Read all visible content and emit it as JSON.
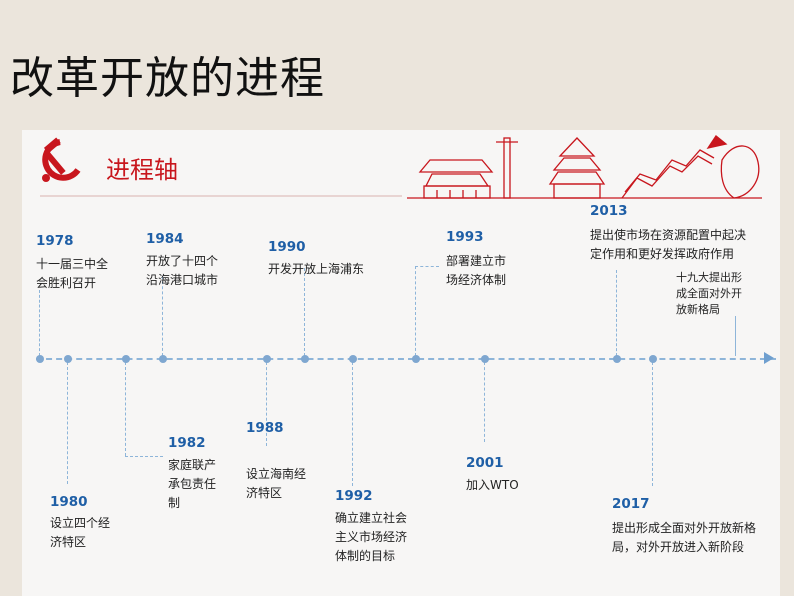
{
  "page_title": "改革开放的进程",
  "section_title": "进程轴",
  "events": [
    {
      "year": "1978",
      "lines": [
        "十一届三中全",
        "会胜利召开"
      ]
    },
    {
      "year": "1980",
      "lines": [
        "设立四个经",
        "济特区"
      ]
    },
    {
      "year": "1982",
      "lines": [
        "家庭联产",
        "承包责任",
        "制"
      ]
    },
    {
      "year": "1984",
      "lines": [
        "开放了十四个",
        "沿海港口城市"
      ]
    },
    {
      "year": "1988",
      "lines": [
        "设立海南经",
        "济特区"
      ]
    },
    {
      "year": "1990",
      "lines": [
        "开发开放上海浦东"
      ]
    },
    {
      "year": "1992",
      "lines": [
        "确立建立社会",
        "主义市场经济",
        "体制的目标"
      ]
    },
    {
      "year": "1993",
      "lines": [
        "部署建立市",
        "场经济体制"
      ]
    },
    {
      "year": "2001",
      "lines": [
        "加入WTO"
      ]
    },
    {
      "year": "2013",
      "lines": [
        "提出使市场在资源配置中起决",
        "定作用和更好发挥政府作用"
      ]
    },
    {
      "year": "2017",
      "lines": [
        "提出形成全面对外开放新格",
        "局，对外开放进入新阶段"
      ]
    }
  ],
  "note": {
    "lines": [
      "十九大提出形",
      "成全面对外开",
      "放新格局"
    ]
  },
  "colors": {
    "accent_red": "#c8161d",
    "axis_blue": "#8eb5d9",
    "year_blue": "#1f5fa6",
    "background": "#ebe5dc"
  }
}
